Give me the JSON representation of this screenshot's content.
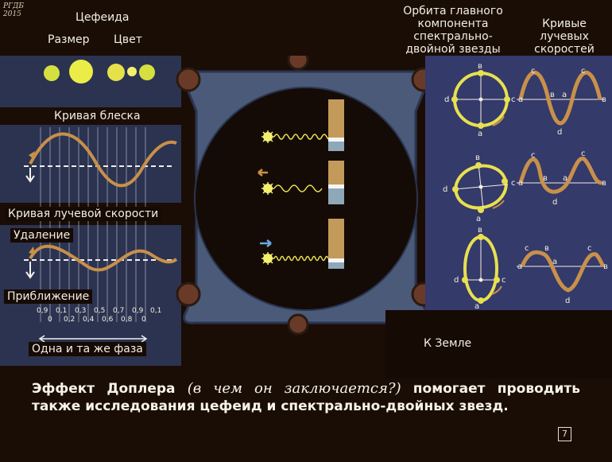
{
  "watermark": {
    "org": "РГДБ",
    "year": "2015"
  },
  "left": {
    "cepheid_title": "Цефеида",
    "size_label": "Размер",
    "color_label": "Цвет",
    "light_curve_label": "Кривая блеска",
    "rv_curve_label": "Кривая лучевой скорости",
    "recession_label": "Удаление",
    "approach_label": "Приближение",
    "phase_top": [
      "0,9",
      "0,1",
      "0,3",
      "0,5",
      "0,7",
      "0,9",
      "0,1"
    ],
    "phase_bottom": [
      "0",
      "0,2",
      "0,4",
      "0,6",
      "0,8",
      "0"
    ],
    "same_phase_label": "Одна и та же фаза"
  },
  "right": {
    "orbit_title": "Орбита главного компонента спектрально-двойной звезды",
    "orbit_title_lines": [
      "Орбита главного",
      "компонента",
      "спектрально-",
      "двойной звезды"
    ],
    "rv_curves_lines": [
      "Кривые",
      "лучевых",
      "скоростей"
    ],
    "to_earth_label": "К Земле",
    "point_letters": {
      "a": "а",
      "b": "в",
      "c": "с",
      "d": "d"
    }
  },
  "caption": {
    "part1": "Эффект Доплера ",
    "part2_italic": "(в чем он заключается?)",
    "part3": " помогает проводить также исследования цефеид и спектрально-двойных звезд."
  },
  "page_number": "7",
  "colors": {
    "background": "#1a0d05",
    "left_panel": "#2b3350",
    "right_panel": "#343a6a",
    "orbit": "#e8e050",
    "curve": "#c8904a",
    "star": "#e6e04a"
  }
}
